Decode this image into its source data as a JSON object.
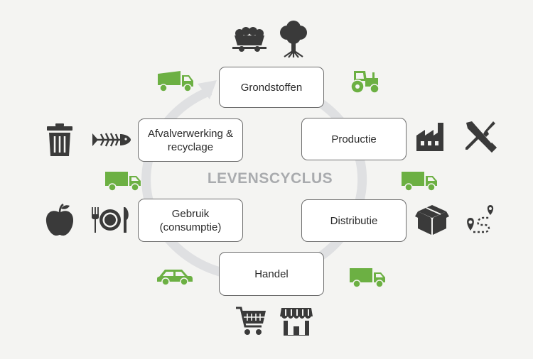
{
  "diagram": {
    "title": "LEVENSCYCLUS",
    "stages": {
      "grondstoffen": "Grondstoffen",
      "productie": "Productie",
      "distributie": "Distributie",
      "handel": "Handel",
      "gebruik": "Gebruik (consumptie)",
      "afval": "Afvalverwerking & recyclage"
    },
    "colors": {
      "accent_green": "#6cb043",
      "icon_dark": "#3a3a3a",
      "cycle_ring": "#dfe0e2",
      "title_gray": "#a9abae"
    },
    "icons": {
      "grondstoffen": [
        "mine-cart-icon",
        "tree-icon"
      ],
      "productie": [
        "factory-icon",
        "tools-icon"
      ],
      "distributie": [
        "box-icon",
        "route-icon"
      ],
      "handel": [
        "shopping-cart-icon",
        "shop-icon"
      ],
      "gebruik": [
        "apple-icon",
        "plate-cutlery-icon"
      ],
      "afval": [
        "trash-can-icon",
        "fish-bone-icon"
      ],
      "transport": [
        "tipper-truck-icon",
        "tractor-icon",
        "truck-icon",
        "truck-icon",
        "car-icon",
        "truck-icon"
      ]
    }
  }
}
